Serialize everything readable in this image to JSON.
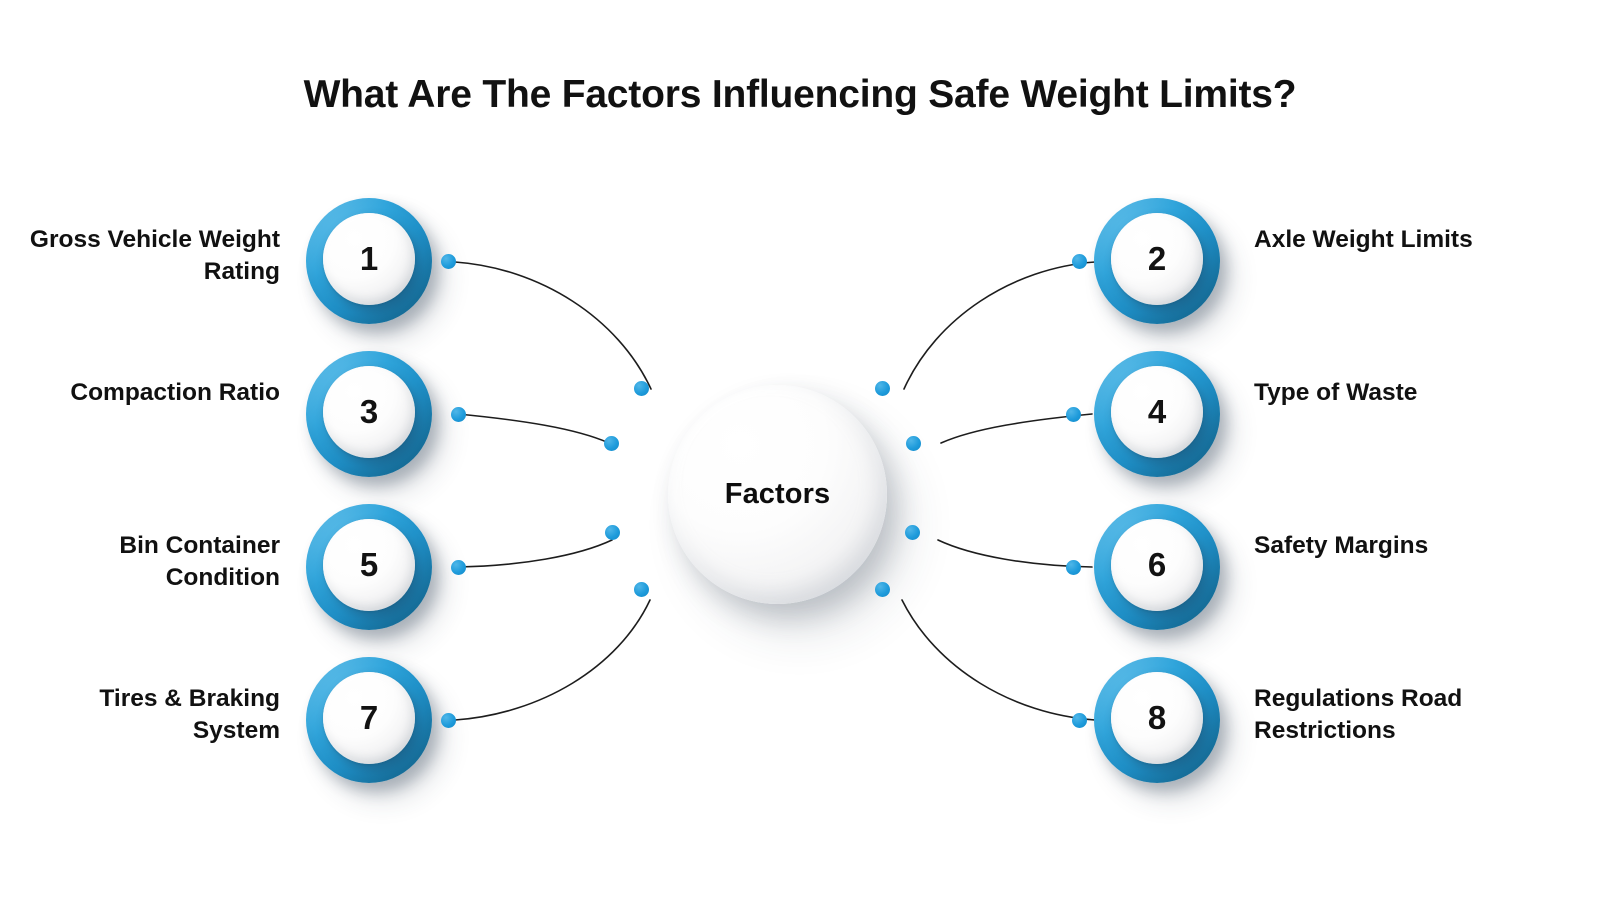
{
  "title": "What Are The Factors Influencing Safe Weight Limits?",
  "center": {
    "label": "Factors"
  },
  "colors": {
    "ring_blue": "#27A1DA",
    "ring_blue_dark": "#176F99",
    "dot_blue": "#1E9BDB",
    "connector_line": "#1d1d1d",
    "text": "#111111",
    "background": "#ffffff"
  },
  "nodes": [
    {
      "number": "1",
      "label": "Gross Vehicle Weight Rating",
      "side": "left"
    },
    {
      "number": "2",
      "label": "Axle Weight Limits",
      "side": "right"
    },
    {
      "number": "3",
      "label": "Compaction Ratio",
      "side": "left"
    },
    {
      "number": "4",
      "label": "Type of Waste",
      "side": "right"
    },
    {
      "number": "5",
      "label": "Bin Container Condition",
      "side": "left"
    },
    {
      "number": "6",
      "label": "Safety Margins",
      "side": "right"
    },
    {
      "number": "7",
      "label": "Tires & Braking System",
      "side": "left"
    },
    {
      "number": "8",
      "label": "Regulations Road Restrictions",
      "side": "right"
    }
  ]
}
